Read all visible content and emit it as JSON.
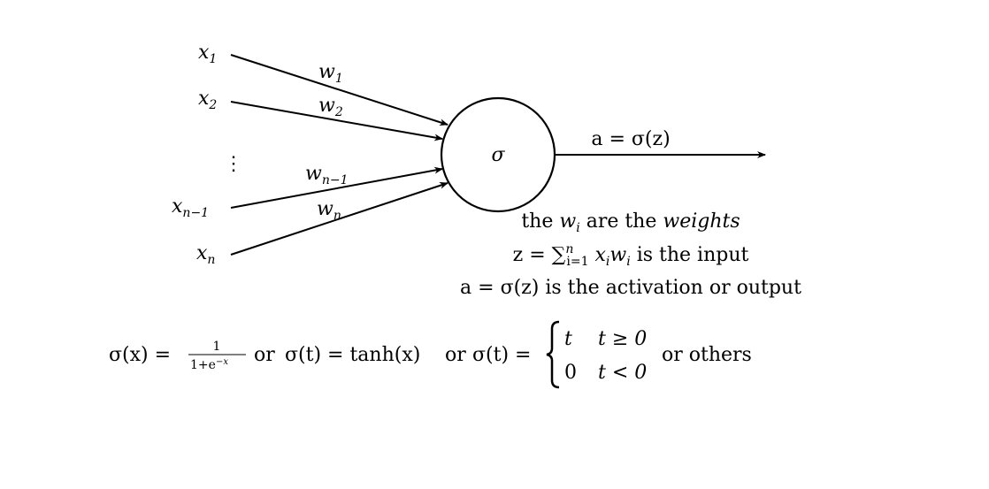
{
  "colors": {
    "stroke": "#000000",
    "background": "#ffffff"
  },
  "inputs": [
    {
      "base": "x",
      "sub": "1"
    },
    {
      "base": "x",
      "sub": "2"
    },
    {
      "base": "x",
      "sub": "n−1"
    },
    {
      "base": "x",
      "sub": "n"
    }
  ],
  "ellipsis": "⋮",
  "weights": [
    {
      "base": "w",
      "sub": "1"
    },
    {
      "base": "w",
      "sub": "2"
    },
    {
      "base": "w",
      "sub": "n−1"
    },
    {
      "base": "w",
      "sub": "n"
    }
  ],
  "neuron": {
    "label": "σ"
  },
  "output": {
    "label": "a = σ(z)"
  },
  "notes": {
    "line1": {
      "pre": "the ",
      "w": "w",
      "wsub": "i",
      "mid": " are the ",
      "em": "weights"
    },
    "line2": {
      "pre": "z = ∑",
      "sup": "n",
      "sub": "i=1",
      "expr": " x",
      "xsub": "i",
      "w": "w",
      "wsub": "i",
      "post": " is the input"
    },
    "line3": {
      "text": "a = σ(z) is the activation or output"
    }
  },
  "formulas": {
    "sigmoid_lhs": "σ(x) = ",
    "sigmoid_num": "1",
    "sigmoid_den": "1+e",
    "sigmoid_den_exp": "−x",
    "or1": " or ",
    "tanh": "σ(t) = tanh(x)",
    "or2": " or ",
    "relu_lhs": "σ(t) = ",
    "brace": "{",
    "case1_val": "t",
    "case1_cond": "t ≥ 0",
    "case2_val": "0",
    "case2_cond": "t < 0",
    "others": "or others"
  }
}
